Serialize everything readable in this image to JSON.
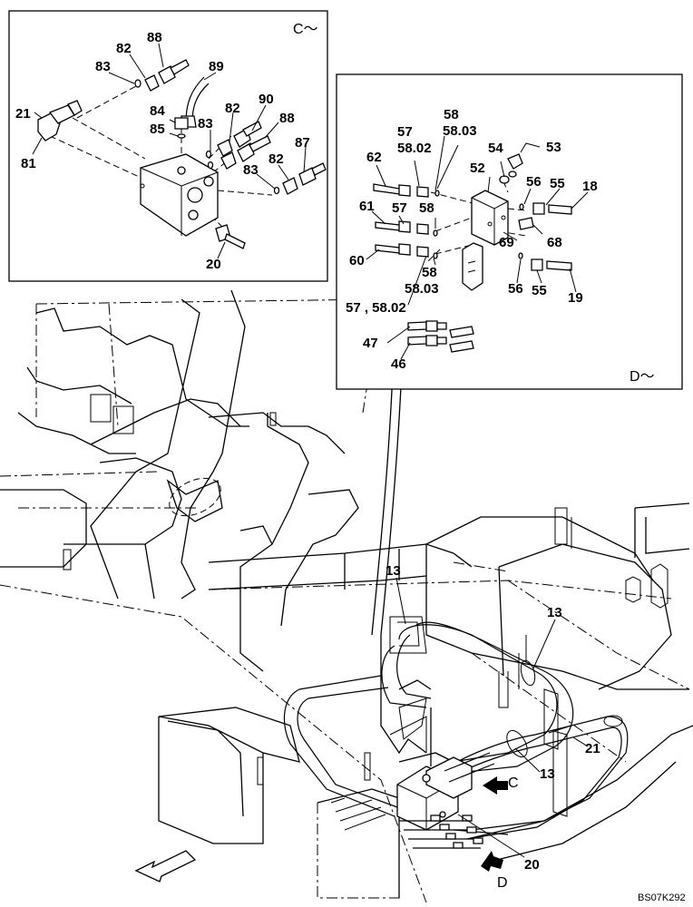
{
  "insets": {
    "c": {
      "tag": "C～"
    },
    "d": {
      "tag": "D～"
    }
  },
  "callouts": {
    "c": [
      "88",
      "82",
      "83",
      "89",
      "21",
      "84",
      "85",
      "83",
      "82",
      "90",
      "88",
      "81",
      "87",
      "82",
      "83",
      "20"
    ],
    "d": [
      "58",
      "58.03",
      "57",
      "58.02",
      "54",
      "53",
      "62",
      "52",
      "56",
      "55",
      "18",
      "61",
      "57",
      "58",
      "69",
      "68",
      "60",
      "58",
      "58.03",
      "56",
      "55",
      "19",
      "57 , 58.02",
      "47",
      "46"
    ],
    "main": [
      "13",
      "13",
      "13",
      "21",
      "20"
    ]
  },
  "view_arrows": {
    "c": "C",
    "d": "D"
  },
  "drawing_code": "BS07K292"
}
